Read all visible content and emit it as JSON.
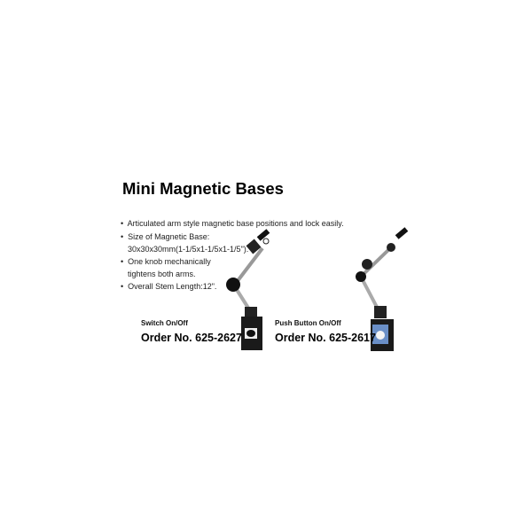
{
  "title": "Mini Magnetic Bases",
  "bullets": [
    {
      "lines": [
        "Articulated arm style magnetic base positions and lock easily."
      ]
    },
    {
      "lines": [
        "Size of Magnetic Base:",
        "30x30x30mm(1-1/5x1-1/5x1-1/5\")."
      ]
    },
    {
      "lines": [
        "One knob mechanically",
        "tightens both arms."
      ]
    },
    {
      "lines": [
        "Overall Stem Length:12\"."
      ]
    }
  ],
  "products": [
    {
      "variant": "Switch On/Off",
      "order": "Order No. 625-2627"
    },
    {
      "variant": "Push Button On/Off",
      "order": "Order No. 625-2617"
    }
  ]
}
